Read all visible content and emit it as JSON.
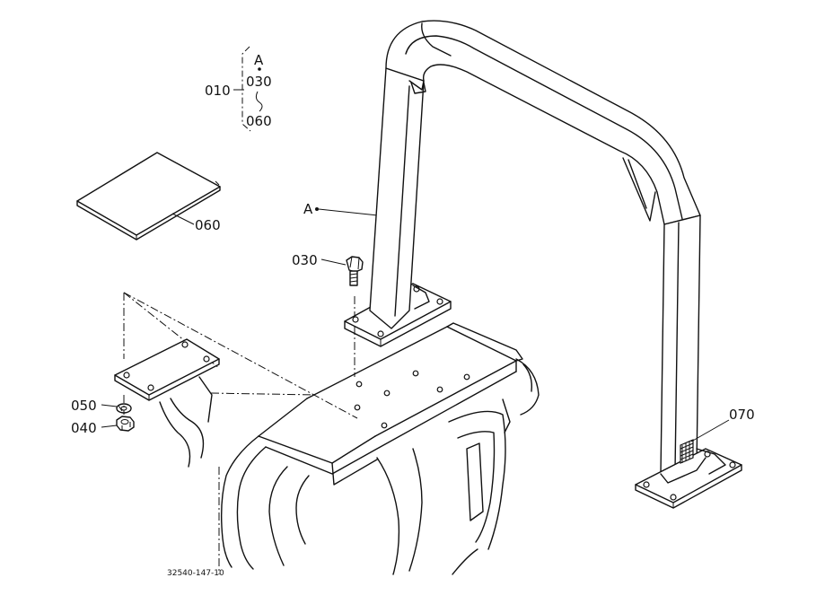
{
  "callouts": {
    "group": {
      "assembly": "010",
      "letter": "A",
      "bolt": "030",
      "manual": "060"
    },
    "manual_label": "060",
    "frame_marker": "A",
    "bolt_label": "030",
    "lockwasher_label": "050",
    "nut_label": "040",
    "decal_label": "070"
  },
  "drawing_number": "32540-147-10"
}
